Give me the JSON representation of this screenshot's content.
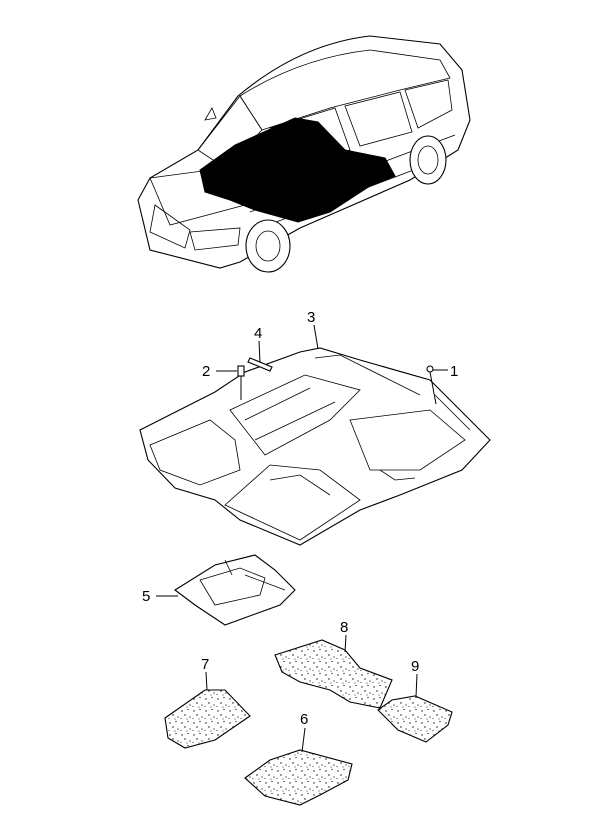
{
  "callouts": {
    "c1": "1",
    "c2": "2",
    "c3": "3",
    "c4": "4",
    "c5": "5",
    "c6": "6",
    "c7": "7",
    "c8": "8",
    "c9": "9"
  },
  "colors": {
    "line": "#000000",
    "background": "#ffffff",
    "highlight_fill": "#000000"
  }
}
